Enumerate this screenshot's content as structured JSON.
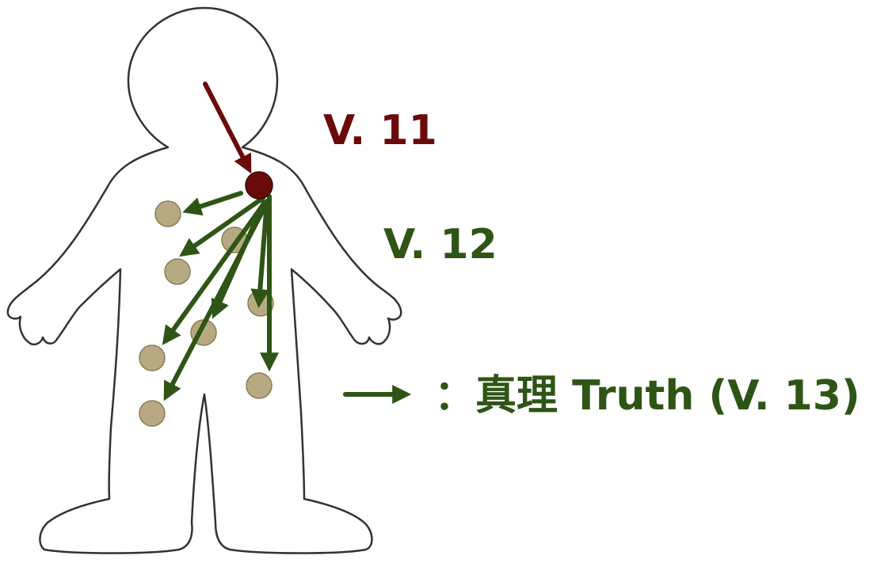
{
  "colors": {
    "head_line": "#6b0a0a",
    "branch_line": "#2e5515",
    "source_dot": "#6b0a0a",
    "node_fill": "#b7aa82",
    "node_stroke": "#8a7d55",
    "figure_stroke": "#333333",
    "figure_fill": "#ffffff"
  },
  "icons": {
    "figure": "human-silhouette-icon",
    "source": "source-dot-icon",
    "node": "node-dot-icon",
    "legend_arrow": "arrow-right-icon"
  },
  "labels": {
    "v11": "V. 11",
    "v12": "V. 12",
    "legend": "：真理 Truth (V. 13)"
  }
}
